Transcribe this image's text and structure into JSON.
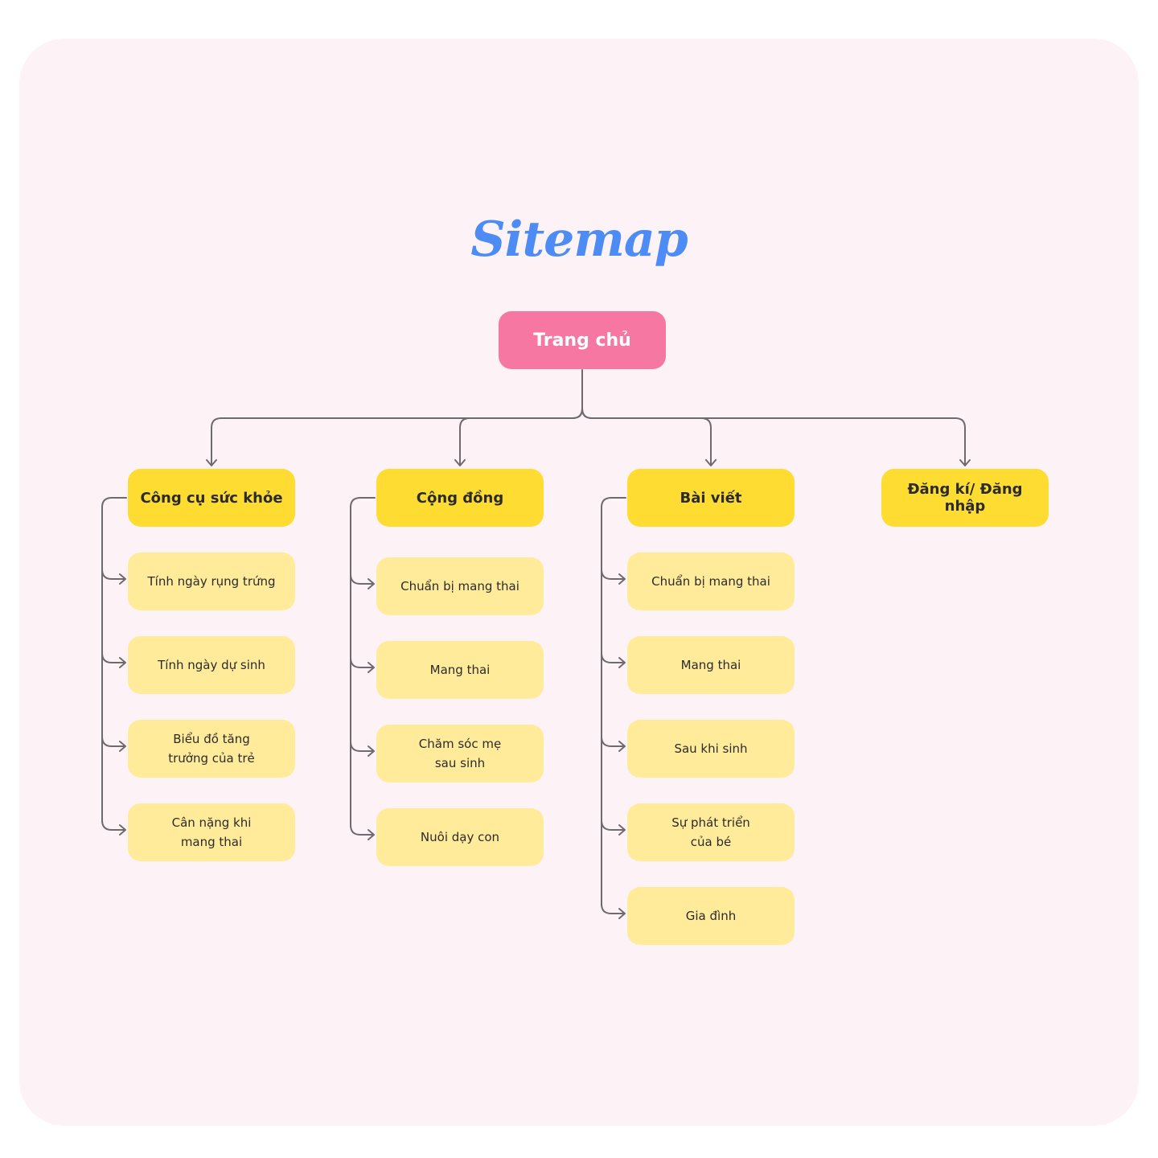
{
  "title": "Sitemap",
  "root": "Trang chủ",
  "colors": {
    "background": "#fdf2f6",
    "title": "#4d8cf5",
    "root": "#f777a3",
    "category": "#ffdc32",
    "leaf": "#ffeb99",
    "connector": "#6f6a70"
  },
  "categories": [
    {
      "label": "Công cụ sức khỏe",
      "children": [
        "Tính ngày rụng trứng",
        "Tính ngày dự sinh",
        "Biểu đồ tăng trưởng của trẻ",
        "Cân nặng khi mang thai"
      ]
    },
    {
      "label": "Cộng đồng",
      "children": [
        "Chuẩn bị mang thai",
        "Mang thai",
        "Chăm sóc mẹ sau sinh",
        "Nuôi dạy con"
      ]
    },
    {
      "label": "Bài viết",
      "children": [
        "Chuẩn bị mang thai",
        "Mang thai",
        "Sau khi sinh",
        "Sự phát triển của bé",
        "Gia đình"
      ]
    },
    {
      "label": "Đăng kí/ Đăng nhập",
      "children": []
    }
  ]
}
